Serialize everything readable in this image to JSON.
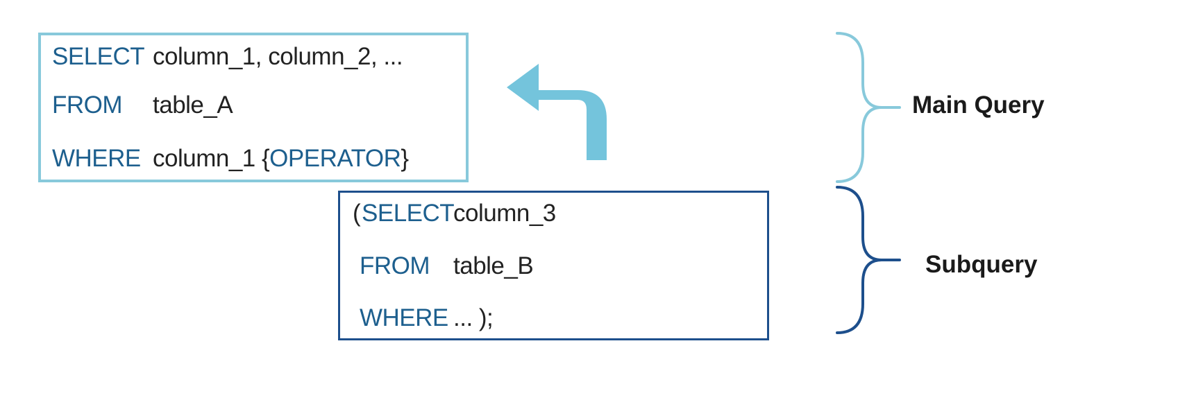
{
  "main_query": {
    "line1_keyword": "SELECT",
    "line1_text": "column_1, column_2, ...",
    "line2_keyword": "FROM",
    "line2_text": "table_A",
    "line3_keyword": "WHERE",
    "line3_text_before": "column_1 {",
    "line3_operator": "OPERATOR",
    "line3_text_after": "}"
  },
  "subquery": {
    "line1_open_paren": "(",
    "line1_keyword": "SELECT",
    "line1_text": "column_3",
    "line2_keyword": "FROM",
    "line2_text": "table_B",
    "line3_keyword": "WHERE",
    "line3_text": "... );"
  },
  "labels": {
    "main_query": "Main Query",
    "subquery": "Subquery"
  },
  "colors": {
    "main_border": "#88c9db",
    "sub_border": "#1d4f8c",
    "arrow": "#74c4dc",
    "keyword": "#1d5f8e"
  }
}
